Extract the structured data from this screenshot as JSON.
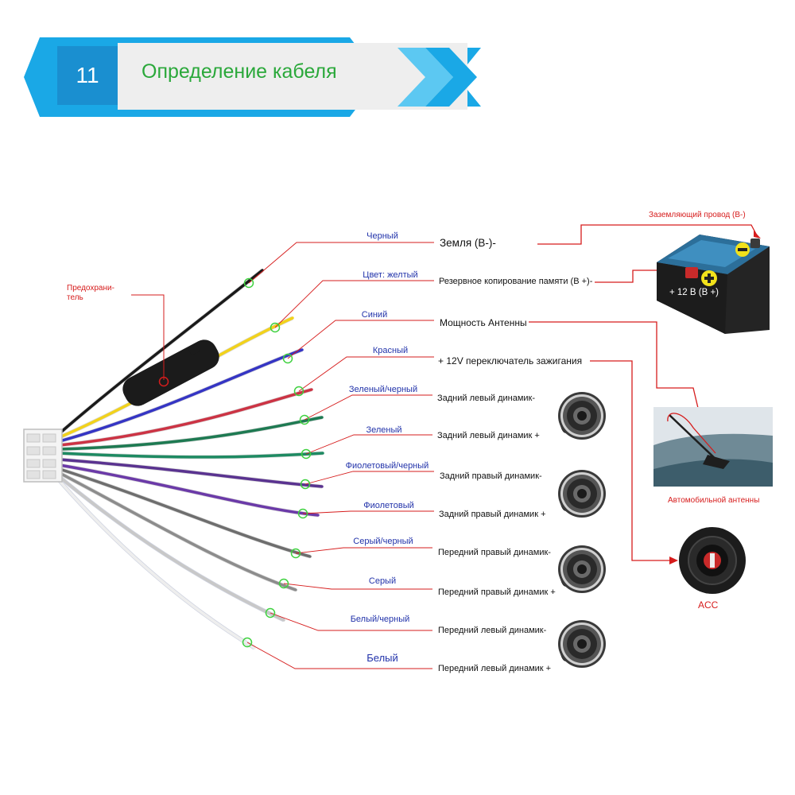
{
  "header": {
    "number": "11",
    "title": "Определение кабеля"
  },
  "fuse_label": [
    "Предохрани-",
    "тель"
  ],
  "wires": [
    {
      "label": "Черный",
      "function": "Земля (B-)-",
      "color": "#1a1a1a"
    },
    {
      "label": "Цвет: желтый",
      "function": "Резервное копирование памяти (B +)-",
      "color": "#f2d21b"
    },
    {
      "label": "Синий",
      "function": "Мощность Антенны",
      "color": "#3535c4"
    },
    {
      "label": "Красный",
      "function": "+ 12V переключатель зажигания",
      "color": "#cc3344"
    },
    {
      "label": "Зеленый/черный",
      "function": "Задний левый динамик-",
      "color": "#1e7a52"
    },
    {
      "label": "Зеленый",
      "function": "Задний левый динамик +",
      "color": "#1e8a62"
    },
    {
      "label": "Фиолетовый/черный",
      "function": "Задний правый динамик-",
      "color": "#5a3390"
    },
    {
      "label": "Фиолетовый",
      "function": "Задний правый динамик +",
      "color": "#6b3aa8"
    },
    {
      "label": "Серый/черный",
      "function": "Передний правый динамик-",
      "color": "#6e6e6e"
    },
    {
      "label": "Серый",
      "function": "Передний правый динамик +",
      "color": "#8c8c8c"
    },
    {
      "label": "Белый/черный",
      "function": "Передний левый динамик-",
      "color": "#c8c8c8"
    },
    {
      "label": "Белый",
      "function": "Передний левый динамик +",
      "color": "#eeeeee"
    }
  ],
  "ground_wire_label": "Заземляющий провод (B-)",
  "battery_label": "+ 12 В (В +)",
  "antenna_label": "Автомобильной антенны",
  "acc_label": "ACC",
  "colors": {
    "accent_blue": "#1aa8e6",
    "title_green": "#2aa83a",
    "line_red": "#d61c1c",
    "label_blue": "#2233aa"
  }
}
